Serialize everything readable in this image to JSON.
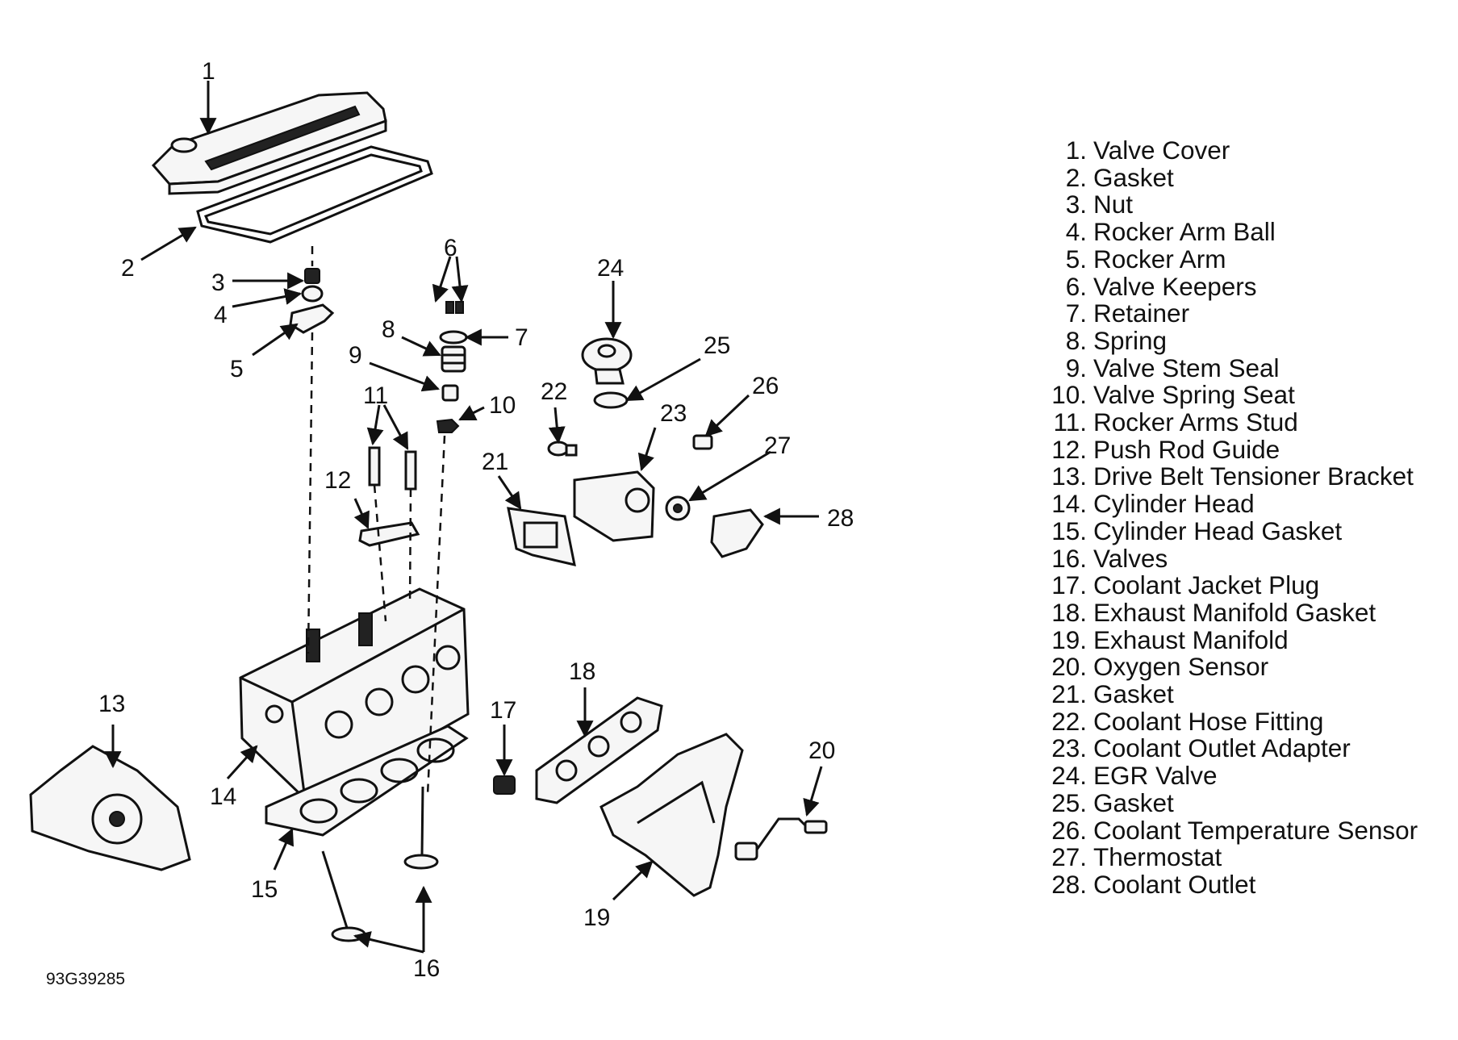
{
  "diagram": {
    "callout_numbers": [
      "1",
      "2",
      "3",
      "4",
      "5",
      "6",
      "7",
      "8",
      "9",
      "10",
      "11",
      "12",
      "13",
      "14",
      "15",
      "16",
      "17",
      "18",
      "19",
      "20",
      "21",
      "22",
      "23",
      "24",
      "25",
      "26",
      "27",
      "28"
    ],
    "legend": [
      {
        "num": "1.",
        "label": "Valve Cover"
      },
      {
        "num": "2.",
        "label": "Gasket"
      },
      {
        "num": "3.",
        "label": "Nut"
      },
      {
        "num": "4.",
        "label": "Rocker Arm Ball"
      },
      {
        "num": "5.",
        "label": "Rocker Arm"
      },
      {
        "num": "6.",
        "label": "Valve Keepers"
      },
      {
        "num": "7.",
        "label": "Retainer"
      },
      {
        "num": "8.",
        "label": "Spring"
      },
      {
        "num": "9.",
        "label": "Valve Stem Seal"
      },
      {
        "num": "10.",
        "label": "Valve Spring Seat"
      },
      {
        "num": "11.",
        "label": "Rocker Arms Stud"
      },
      {
        "num": "12.",
        "label": "Push Rod Guide"
      },
      {
        "num": "13.",
        "label": "Drive Belt Tensioner Bracket"
      },
      {
        "num": "14.",
        "label": "Cylinder Head"
      },
      {
        "num": "15.",
        "label": "Cylinder Head Gasket"
      },
      {
        "num": "16.",
        "label": "Valves"
      },
      {
        "num": "17.",
        "label": "Coolant Jacket Plug"
      },
      {
        "num": "18.",
        "label": "Exhaust Manifold Gasket"
      },
      {
        "num": "19.",
        "label": "Exhaust Manifold"
      },
      {
        "num": "20.",
        "label": "Oxygen Sensor"
      },
      {
        "num": "21.",
        "label": "Gasket"
      },
      {
        "num": "22.",
        "label": "Coolant Hose Fitting"
      },
      {
        "num": "23.",
        "label": "Coolant Outlet Adapter"
      },
      {
        "num": "24.",
        "label": "EGR Valve"
      },
      {
        "num": "25.",
        "label": "Gasket"
      },
      {
        "num": "26.",
        "label": "Coolant Temperature Sensor"
      },
      {
        "num": "27.",
        "label": "Thermostat"
      },
      {
        "num": "28.",
        "label": "Coolant Outlet"
      }
    ],
    "figure_id": "93G39285"
  }
}
